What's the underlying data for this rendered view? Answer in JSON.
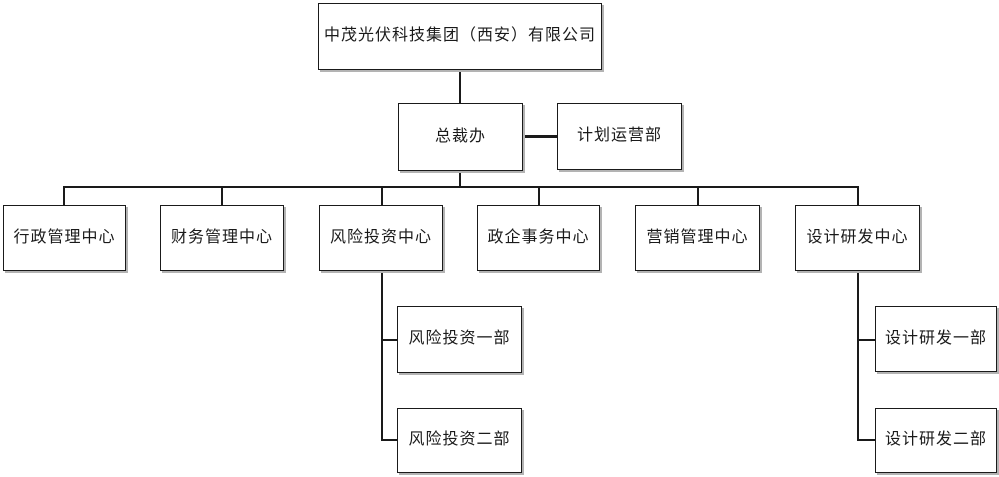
{
  "colors": {
    "background": "#ffffff",
    "box_border": "#1a1a1a",
    "box_shadow": "#b3b3b3",
    "connector_line": "#1a1a1a"
  },
  "org_chart": {
    "root": {
      "label": "中茂光伏科技集团（西安）有限公司"
    },
    "president_office": {
      "label": "总裁办"
    },
    "planning_operations": {
      "label": "计划运营部"
    },
    "centers": [
      {
        "label": "行政管理中心"
      },
      {
        "label": "财务管理中心"
      },
      {
        "label": "风险投资中心",
        "children": [
          "风险投资一部",
          "风险投资二部"
        ]
      },
      {
        "label": "政企事务中心"
      },
      {
        "label": "营销管理中心"
      },
      {
        "label": "设计研发中心",
        "children": [
          "设计研发一部",
          "设计研发二部"
        ]
      }
    ]
  }
}
